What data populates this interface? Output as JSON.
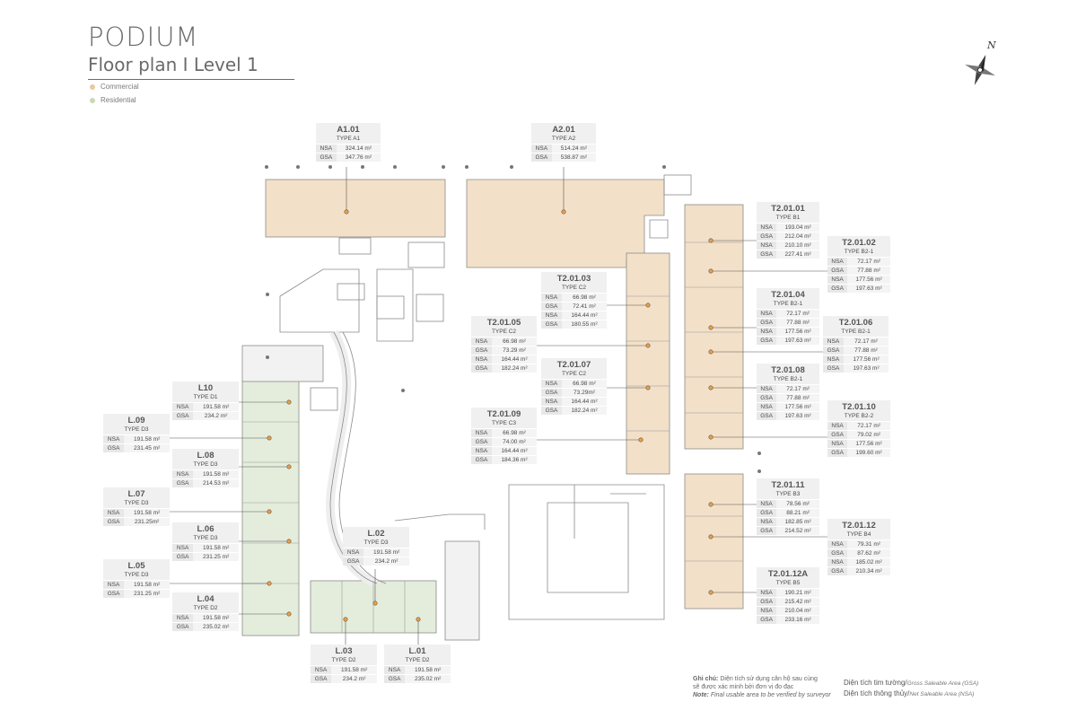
{
  "header": {
    "title": "PODIUM",
    "subtitle": "Floor plan I  Level 1",
    "legend": [
      {
        "label": "Commercial",
        "color": "#e9c9a0"
      },
      {
        "label": "Residential",
        "color": "#c8d8b8"
      }
    ]
  },
  "colors": {
    "commercial": "#f3e0c8",
    "residential": "#e4eddc",
    "marker": "#f0a040",
    "line": "#666666"
  },
  "units": [
    {
      "code": "A1.01",
      "type": "TYPE A1",
      "rows": [
        [
          "NSA",
          "324.14 m²"
        ],
        [
          "GSA",
          "347.76 m²"
        ]
      ]
    },
    {
      "code": "A2.01",
      "type": "TYPE A2",
      "rows": [
        [
          "NSA",
          "514.24 m²"
        ],
        [
          "GSA",
          "538.87 m²"
        ]
      ]
    },
    {
      "code": "T2.01.01",
      "type": "TYPE B1",
      "rows": [
        [
          "NSA",
          "193.04 m²"
        ],
        [
          "GSA",
          "212.04 m²"
        ],
        [
          "NSA",
          "210.10 m²"
        ],
        [
          "GSA",
          "227.41 m²"
        ]
      ]
    },
    {
      "code": "T2.01.02",
      "type": "TYPE B2-1",
      "rows": [
        [
          "NSA",
          "72.17 m²"
        ],
        [
          "GSA",
          "77.88 m²"
        ],
        [
          "NSA",
          "177.56 m²"
        ],
        [
          "GSA",
          "197.63 m²"
        ]
      ]
    },
    {
      "code": "T2.01.03",
      "type": "TYPE C2",
      "rows": [
        [
          "NSA",
          "66.98 m²"
        ],
        [
          "GSA",
          "72.41 m²"
        ],
        [
          "NSA",
          "164.44 m²"
        ],
        [
          "GSA",
          "180.55 m²"
        ]
      ]
    },
    {
      "code": "T2.01.04",
      "type": "TYPE B2-1",
      "rows": [
        [
          "NSA",
          "72.17 m²"
        ],
        [
          "GSA",
          "77.88 m²"
        ],
        [
          "NSA",
          "177.56 m²"
        ],
        [
          "GSA",
          "197.63 m²"
        ]
      ]
    },
    {
      "code": "T2.01.05",
      "type": "TYPE C2",
      "rows": [
        [
          "NSA",
          "66.98 m²"
        ],
        [
          "GSA",
          "73.29 m²"
        ],
        [
          "NSA",
          "164.44 m²"
        ],
        [
          "GSA",
          "182.24 m²"
        ]
      ]
    },
    {
      "code": "T2.01.06",
      "type": "TYPE B2-1",
      "rows": [
        [
          "NSA",
          "72.17 m²"
        ],
        [
          "GSA",
          "77.88 m²"
        ],
        [
          "NSA",
          "177.56 m²"
        ],
        [
          "GSA",
          "197.63 m²"
        ]
      ]
    },
    {
      "code": "T2.01.07",
      "type": "TYPE C2",
      "rows": [
        [
          "NSA",
          "66.98 m²"
        ],
        [
          "GSA",
          "73.29m²"
        ],
        [
          "NSA",
          "164.44 m²"
        ],
        [
          "GSA",
          "182.24 m²"
        ]
      ]
    },
    {
      "code": "T2.01.08",
      "type": "TYPE B2-1",
      "rows": [
        [
          "NSA",
          "72.17 m²"
        ],
        [
          "GSA",
          "77.88 m²"
        ],
        [
          "NSA",
          "177.56 m²"
        ],
        [
          "GSA",
          "197.63 m²"
        ]
      ]
    },
    {
      "code": "T2.01.09",
      "type": "TYPE C3",
      "rows": [
        [
          "NSA",
          "66.98 m²"
        ],
        [
          "GSA",
          "74.00 m²"
        ],
        [
          "NSA",
          "164.44 m²"
        ],
        [
          "GSA",
          "184.36 m²"
        ]
      ]
    },
    {
      "code": "T2.01.10",
      "type": "TYPE B2-2",
      "rows": [
        [
          "NSA",
          "72.17 m²"
        ],
        [
          "GSA",
          "79.02 m²"
        ],
        [
          "NSA",
          "177.56 m²"
        ],
        [
          "GSA",
          "199.60 m²"
        ]
      ]
    },
    {
      "code": "T2.01.11",
      "type": "TYPE B3",
      "rows": [
        [
          "NSA",
          "78.56 m²"
        ],
        [
          "GSA",
          "88.21 m²"
        ],
        [
          "NSA",
          "182.85 m²"
        ],
        [
          "GSA",
          "214.52 m²"
        ]
      ]
    },
    {
      "code": "T2.01.12",
      "type": "TYPE B4",
      "rows": [
        [
          "NSA",
          "79.31 m²"
        ],
        [
          "GSA",
          "87.62 m²"
        ],
        [
          "NSA",
          "185.02 m²"
        ],
        [
          "GSA",
          "210.34 m²"
        ]
      ]
    },
    {
      "code": "T2.01.12A",
      "type": "TYPE B5",
      "rows": [
        [
          "NSA",
          "190.21 m²"
        ],
        [
          "GSA",
          "215.42 m²"
        ],
        [
          "NSA",
          "210.04 m²"
        ],
        [
          "GSA",
          "233.16 m²"
        ]
      ]
    },
    {
      "code": "L10",
      "type": "TYPE D1",
      "rows": [
        [
          "NSA",
          "191.58 m²"
        ],
        [
          "GSA",
          "234.2 m²"
        ]
      ]
    },
    {
      "code": "L.09",
      "type": "TYPE D3",
      "rows": [
        [
          "NSA",
          "191.58 m²"
        ],
        [
          "GSA",
          "231.45 m²"
        ]
      ]
    },
    {
      "code": "L.08",
      "type": "TYPE D3",
      "rows": [
        [
          "NSA",
          "191.58 m²"
        ],
        [
          "GSA",
          "214.53 m²"
        ]
      ]
    },
    {
      "code": "L.07",
      "type": "TYPE D3",
      "rows": [
        [
          "NSA",
          "191.58 m²"
        ],
        [
          "GSA",
          "231.25m²"
        ]
      ]
    },
    {
      "code": "L.06",
      "type": "TYPE D3",
      "rows": [
        [
          "NSA",
          "191.58 m²"
        ],
        [
          "GSA",
          "231.25 m²"
        ]
      ]
    },
    {
      "code": "L.05",
      "type": "TYPE D3",
      "rows": [
        [
          "NSA",
          "191.58 m²"
        ],
        [
          "GSA",
          "231.25 m²"
        ]
      ]
    },
    {
      "code": "L.04",
      "type": "TYPE D2",
      "rows": [
        [
          "NSA",
          "191.58 m²"
        ],
        [
          "GSA",
          "235.02 m²"
        ]
      ]
    },
    {
      "code": "L.02",
      "type": "TYPE D3",
      "rows": [
        [
          "NSA",
          "191.58 m²"
        ],
        [
          "GSA",
          "234.2 m²"
        ]
      ]
    },
    {
      "code": "L.03",
      "type": "TYPE D2",
      "rows": [
        [
          "NSA",
          "191.58 m²"
        ],
        [
          "GSA",
          "234.2 m²"
        ]
      ]
    },
    {
      "code": "L.01",
      "type": "TYPE D2",
      "rows": [
        [
          "NSA",
          "191.58 m²"
        ],
        [
          "GSA",
          "235.02 m²"
        ]
      ]
    }
  ],
  "notes": {
    "line1_label": "Ghi chú:",
    "line1": " Diện tích sử dụng căn hộ sau cùng",
    "line2": "sẽ được xác minh bởi đơn vị đo đạc",
    "line3_label": "Note:",
    "line3": " Final usable area to be verified by surveyor",
    "gsa_vi": "Diện tích tim tường/",
    "gsa_en": "Gross Saleable Area (GSA)",
    "nsa_vi": "Diện tích thông thủy/",
    "nsa_en": "Net Saleable Area (NSA)"
  },
  "compass": {
    "label": "N",
    "icon": "compass-rose-icon"
  }
}
